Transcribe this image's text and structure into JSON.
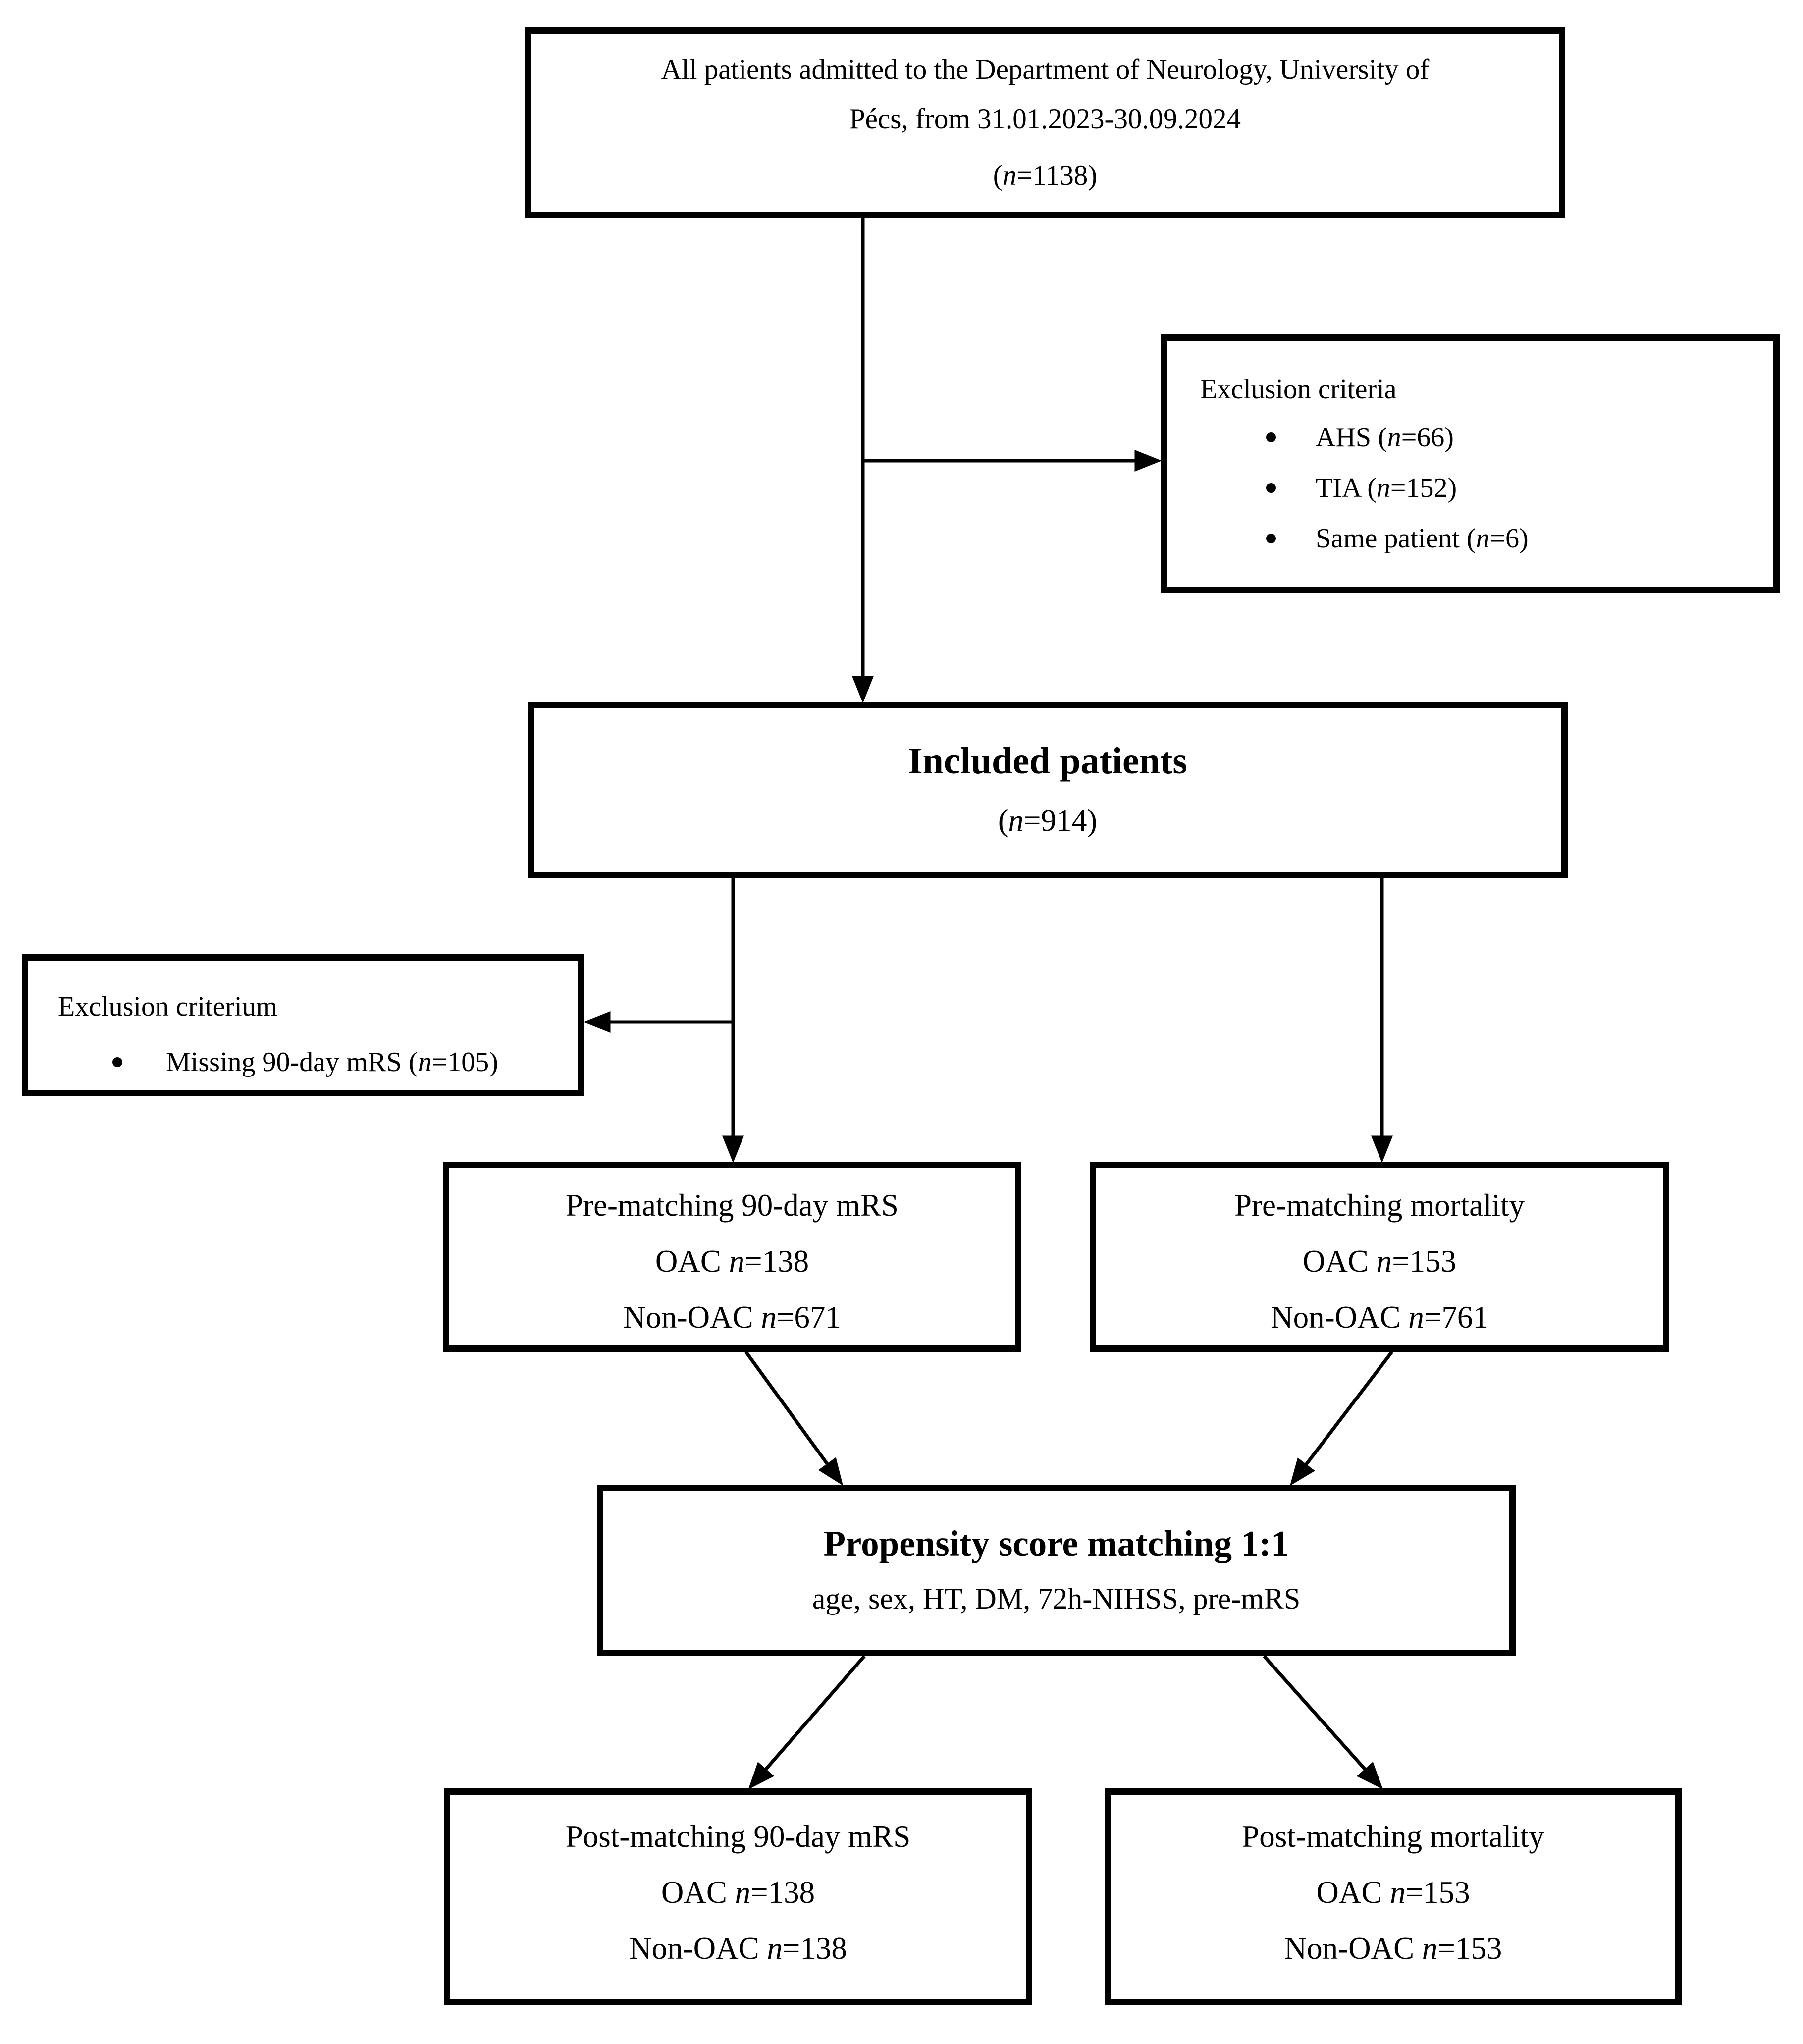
{
  "colors": {
    "ink": "#000000",
    "paper": "#ffffff"
  },
  "flow": {
    "top_box": {
      "line1": "All patients admitted to the Department of Neurology, University of",
      "line2": "Pécs, from 31.01.2023-30.09.2024",
      "n": "(n=1138)"
    },
    "exclusion_criteria_box": {
      "title": "Exclusion criteria",
      "items": [
        "AHS (n=66)",
        "TIA (n=152)",
        "Same patient (n=6)"
      ]
    },
    "included_box": {
      "title": "Included patients",
      "n": "(n=914)"
    },
    "exclusion_criterium_box": {
      "title": "Exclusion criterium",
      "items": [
        "Missing 90-day mRS (n=105)"
      ]
    },
    "pre_matching_mrs_box": {
      "title": "Pre-matching 90-day mRS",
      "oac": "OAC n=138",
      "non_oac": "Non-OAC n=671"
    },
    "pre_matching_mortality_box": {
      "title": "Pre-matching mortality",
      "oac": "OAC n=153",
      "non_oac": "Non-OAC n=761"
    },
    "propensity_box": {
      "title": "Propensity score matching 1:1",
      "subtitle": "age, sex, HT, DM, 72h-NIHSS, pre-mRS"
    },
    "post_matching_mrs_box": {
      "title": "Post-matching 90-day mRS",
      "oac": "OAC n=138",
      "non_oac": "Non-OAC n=138"
    },
    "post_matching_mortality_box": {
      "title": "Post-matching mortality",
      "oac": "OAC n=153",
      "non_oac": "Non-OAC n=153"
    }
  }
}
